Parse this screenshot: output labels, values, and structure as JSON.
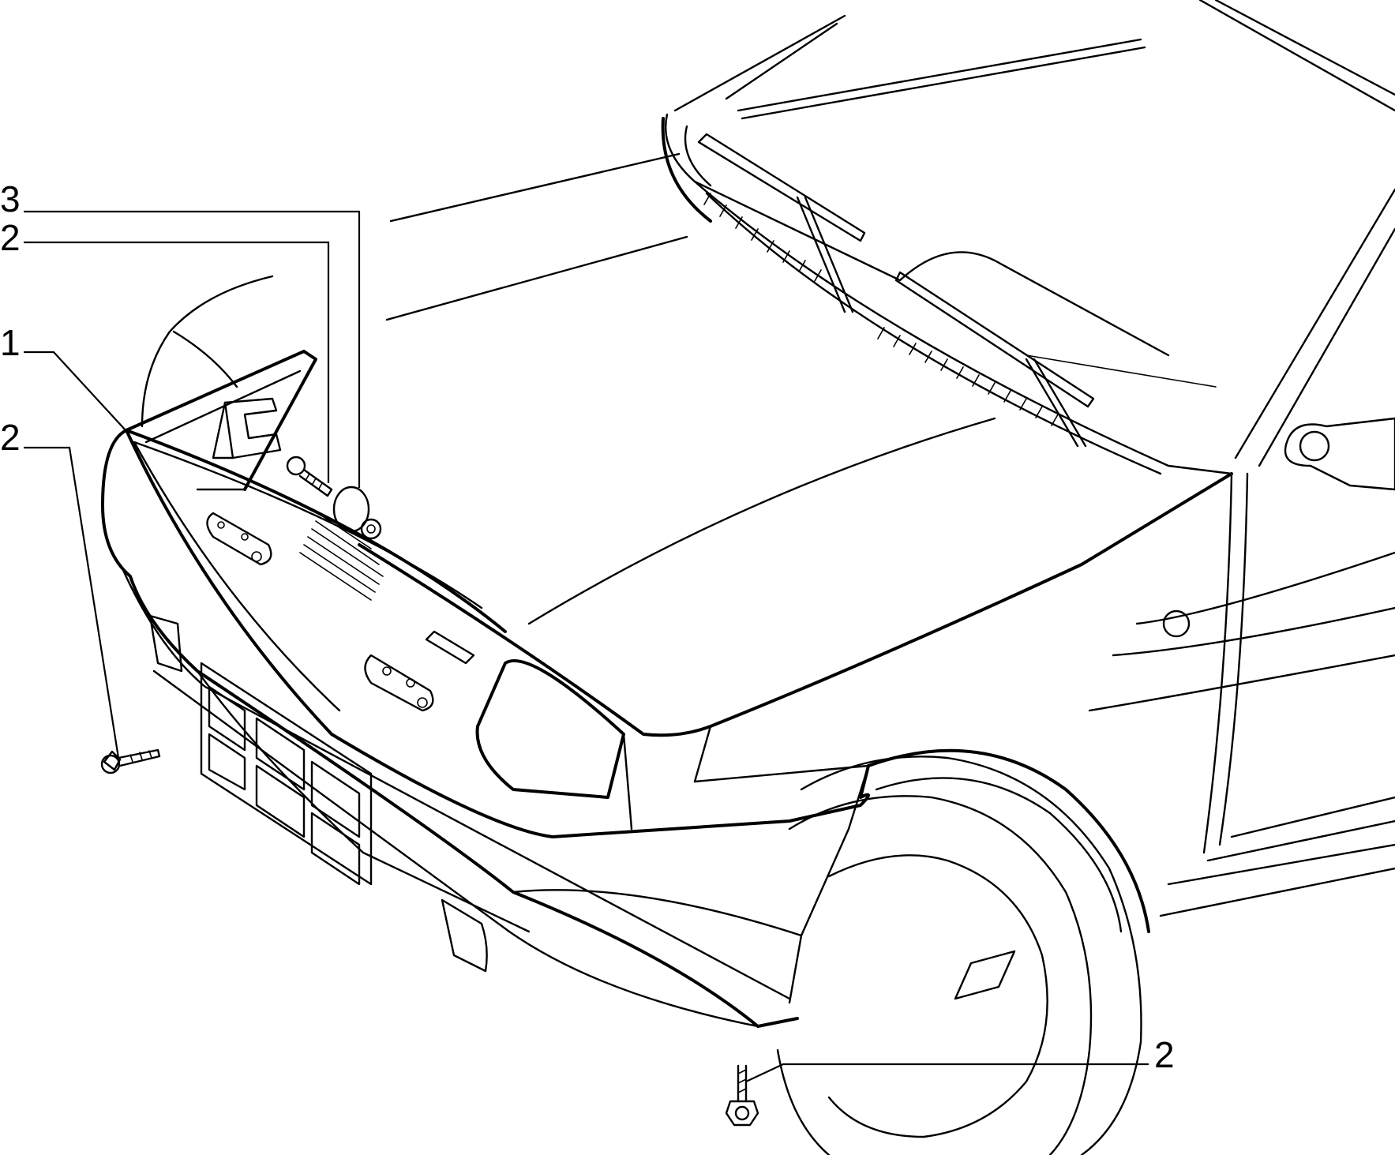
{
  "diagram": {
    "callouts": [
      {
        "id": "c1",
        "label": "3"
      },
      {
        "id": "c2",
        "label": "2"
      },
      {
        "id": "c3",
        "label": "1"
      },
      {
        "id": "c4",
        "label": "2"
      },
      {
        "id": "c5",
        "label": "2"
      }
    ]
  }
}
